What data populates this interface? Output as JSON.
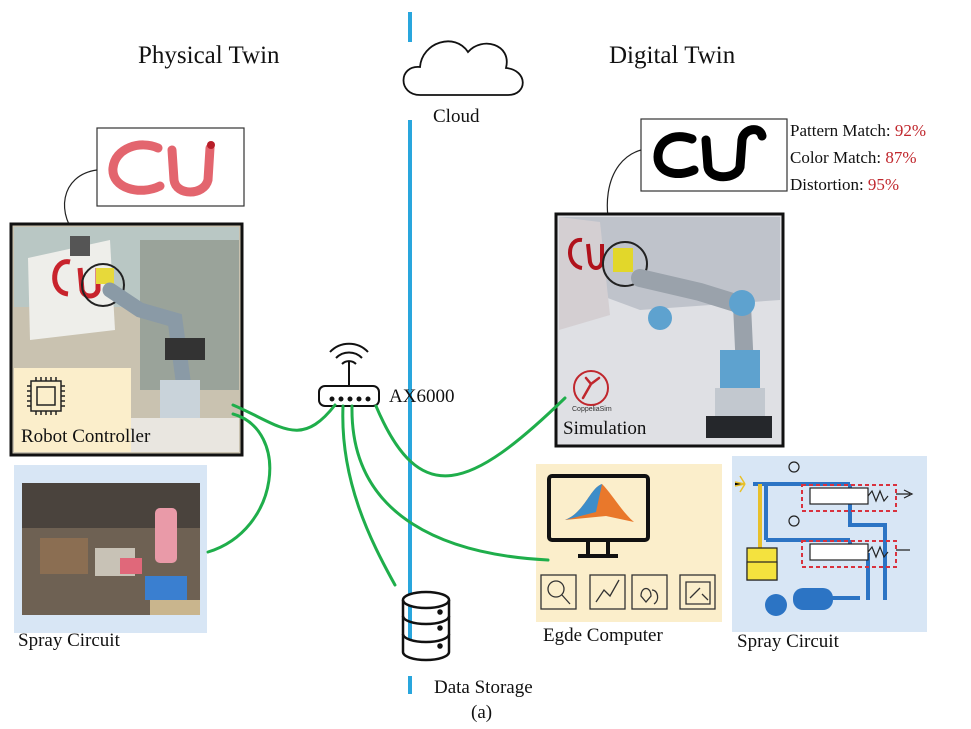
{
  "titles": {
    "physical": "Physical Twin",
    "digital": "Digital Twin"
  },
  "labels": {
    "cloud": "Cloud",
    "router": "AX6000",
    "robot_controller": "Robot Controller",
    "spray_circuit_left": "Spray Circuit",
    "simulation": "Simulation",
    "coppeliasim_logo": "CoppeliaSim",
    "edge_computer": "Egde Computer",
    "spray_circuit_right": "Spray Circuit",
    "data_storage": "Data Storage",
    "caption": "(a)"
  },
  "metrics": [
    {
      "label": "Pattern Match:",
      "value": "92%"
    },
    {
      "label": "Color Match:",
      "value": "87%"
    },
    {
      "label": "Distortion:",
      "value": "95%"
    }
  ],
  "colors": {
    "divider": "#29a6dd",
    "link": "#1fae4b",
    "panel_beige": "#fbeecb",
    "panel_blue": "#d8e6f5",
    "metric_value": "#c0272d"
  },
  "icons": [
    "cloud-icon",
    "wifi-router-icon",
    "chip-icon",
    "monitor-icon",
    "database-icon",
    "coppeliasim-logo"
  ]
}
